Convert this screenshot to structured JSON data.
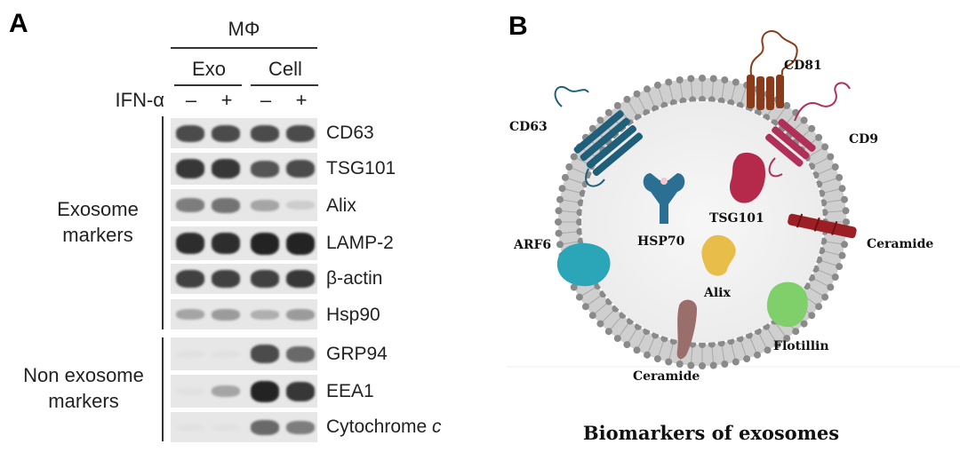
{
  "panel_a": {
    "letter": "A",
    "header": "MΦ",
    "exo_label": "Exo",
    "cell_label": "Cell",
    "treatment_label": "IFN-α",
    "signs": [
      "–",
      "+",
      "–",
      "+"
    ],
    "exosome_group": [
      "Exosome",
      "markers"
    ],
    "non_exosome_group": [
      "Non exosome",
      "markers"
    ],
    "blots": [
      {
        "label": "CD63",
        "bands": [
          0.75,
          0.75,
          0.75,
          0.75
        ]
      },
      {
        "label": "TSG101",
        "bands": [
          0.85,
          0.85,
          0.7,
          0.75
        ]
      },
      {
        "label": "Alix",
        "bands": [
          0.5,
          0.55,
          0.3,
          0.1
        ]
      },
      {
        "label": "LAMP-2",
        "bands": [
          0.9,
          0.9,
          0.95,
          0.95
        ]
      },
      {
        "label": "β-actin",
        "bands": [
          0.8,
          0.8,
          0.8,
          0.85
        ]
      },
      {
        "label": "Hsp90",
        "bands": [
          0.3,
          0.35,
          0.25,
          0.35
        ]
      },
      {
        "label": "GRP94",
        "bands": [
          0.0,
          0.0,
          0.75,
          0.6
        ]
      },
      {
        "label": "EEA1",
        "bands": [
          0.0,
          0.3,
          0.95,
          0.85
        ]
      },
      {
        "label_main": "Cytochrome ",
        "label_italic": "c",
        "bands": [
          0.0,
          0.0,
          0.6,
          0.5
        ]
      }
    ]
  },
  "panel_b": {
    "letter": "B",
    "caption": "Biomarkers of exosomes",
    "labels": {
      "cd81": "CD81",
      "cd63": "CD63",
      "cd9": "CD9",
      "hsp70": "HSP70",
      "tsg101": "TSG101",
      "ceramide_right": "Ceramide",
      "arf6": "ARF6",
      "alix": "Alix",
      "flotillin": "Flotillin",
      "ceramide_bottom": "Ceramide"
    },
    "colors": {
      "membrane_head": "#8a8a8a",
      "cd63": "#1f5f7a",
      "cd81": "#8b3b1a",
      "cd9": "#b0305a",
      "tsg101": "#b52a4a",
      "hsp70": "#2b6f93",
      "arf6": "#2aa6b8",
      "alix": "#e8bd4a",
      "flotillin": "#7fcf6a",
      "ceramide_bottom": "#9a6e6a",
      "ceramide_right": "#9b1f24"
    }
  }
}
